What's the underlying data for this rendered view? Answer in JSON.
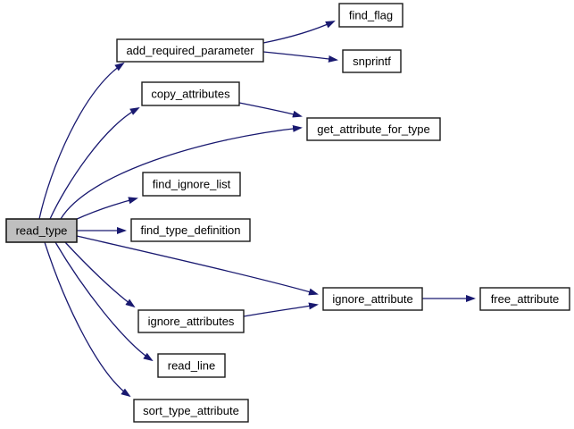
{
  "graph": {
    "kind": "call-graph",
    "root_id": "read_type",
    "colors": {
      "edge": "#191970",
      "node_fill": "#ffffff",
      "node_border": "#1a1a1a",
      "root_fill": "#bfbfbf",
      "background": "#ffffff"
    },
    "nodes": [
      {
        "id": "read_type",
        "label": "read_type"
      },
      {
        "id": "add_required_parameter",
        "label": "add_required_parameter"
      },
      {
        "id": "find_flag",
        "label": "find_flag"
      },
      {
        "id": "snprintf",
        "label": "snprintf"
      },
      {
        "id": "copy_attributes",
        "label": "copy_attributes"
      },
      {
        "id": "get_attribute_for_type",
        "label": "get_attribute_for_type"
      },
      {
        "id": "find_ignore_list",
        "label": "find_ignore_list"
      },
      {
        "id": "find_type_definition",
        "label": "find_type_definition"
      },
      {
        "id": "ignore_attribute",
        "label": "ignore_attribute"
      },
      {
        "id": "free_attribute",
        "label": "free_attribute"
      },
      {
        "id": "ignore_attributes",
        "label": "ignore_attributes"
      },
      {
        "id": "read_line",
        "label": "read_line"
      },
      {
        "id": "sort_type_attribute",
        "label": "sort_type_attribute"
      }
    ],
    "edges": [
      {
        "from": "read_type",
        "to": "add_required_parameter"
      },
      {
        "from": "read_type",
        "to": "copy_attributes"
      },
      {
        "from": "read_type",
        "to": "get_attribute_for_type"
      },
      {
        "from": "read_type",
        "to": "find_ignore_list"
      },
      {
        "from": "read_type",
        "to": "find_type_definition"
      },
      {
        "from": "read_type",
        "to": "ignore_attribute"
      },
      {
        "from": "read_type",
        "to": "ignore_attributes"
      },
      {
        "from": "read_type",
        "to": "read_line"
      },
      {
        "from": "read_type",
        "to": "sort_type_attribute"
      },
      {
        "from": "add_required_parameter",
        "to": "find_flag"
      },
      {
        "from": "add_required_parameter",
        "to": "snprintf"
      },
      {
        "from": "copy_attributes",
        "to": "get_attribute_for_type"
      },
      {
        "from": "ignore_attributes",
        "to": "ignore_attribute"
      },
      {
        "from": "ignore_attribute",
        "to": "free_attribute"
      }
    ]
  }
}
